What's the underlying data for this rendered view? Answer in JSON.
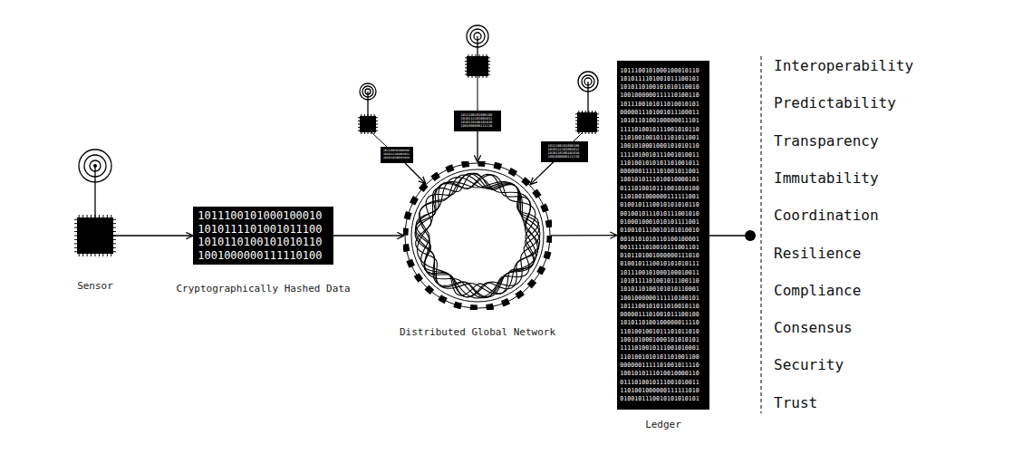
{
  "diagram": {
    "nodes": [
      {
        "text": [
          "Sensor"
        ]
      },
      {
        "text": [
          "1011100101000100010 1010111101001011100 1010110100101010110 1001000000111110100",
          "Cryptographically Hashed Data"
        ]
      },
      {
        "text": [
          "Distributed Global Network"
        ]
      },
      {
        "text": [
          "1011100101000100 1010111101001011 1010110100101010"
        ]
      },
      {
        "text": [
          "1011100101000100 1010111101001011 1010110100101010 1001000000111110"
        ]
      },
      {
        "text": [
          "1011100101000100 1010111101001011 1010110100101010 1001000000111110"
        ]
      },
      {
        "text": [
          "1011100101000100010110 1010111101001011100101 1010110100101010110010 1001000000111110100110 1011100101011010010101 0000011101001011100011 1010110100100000011101 1111010010111001010110 1101001001011101011001 1001010001000101010110 1111010010111001010011 1101001010101101001011 0000001111101001011001 1001010111010010000101 0111010010111001010100 1101001000000111111001 0100101110010101010110 0010010111010111001010 0100010001010101111001 0100101110010101010010 0010101010110100100001 0011111010010111001101 0101101001000000111010 0100101110010101010111 1011100101000100010011 1010111101001011100110 1010110100101010110001 1001000000111110100101 1011100101011010010110 0000011101001011100100 1010110100100000011110 1101001001011101011010 1001010001000101010101 1111010010111001010001 1101001010101101001100 0000001111101001011110 1001010111010010000110 0111010010111001010011 1101001000000111111010 0100101110010101010101",
          "Ledger"
        ]
      }
    ],
    "edges": [
      {
        "from": 0,
        "to": 1,
        "arrow": "to"
      },
      {
        "from": 1,
        "to": 2,
        "arrow": "to"
      },
      {
        "from": 3,
        "to": 2,
        "arrow": "to"
      },
      {
        "from": 4,
        "to": 2,
        "arrow": "to"
      },
      {
        "from": 5,
        "to": 2,
        "arrow": "to"
      },
      {
        "from": 2,
        "to": 6,
        "arrow": "to"
      }
    ],
    "labels": [
      "Interoperability",
      "Predictability",
      "Transparency",
      "Immutability",
      "Coordination",
      "Resilience",
      "Compliance",
      "Consensus",
      "Security",
      "Trust"
    ]
  }
}
